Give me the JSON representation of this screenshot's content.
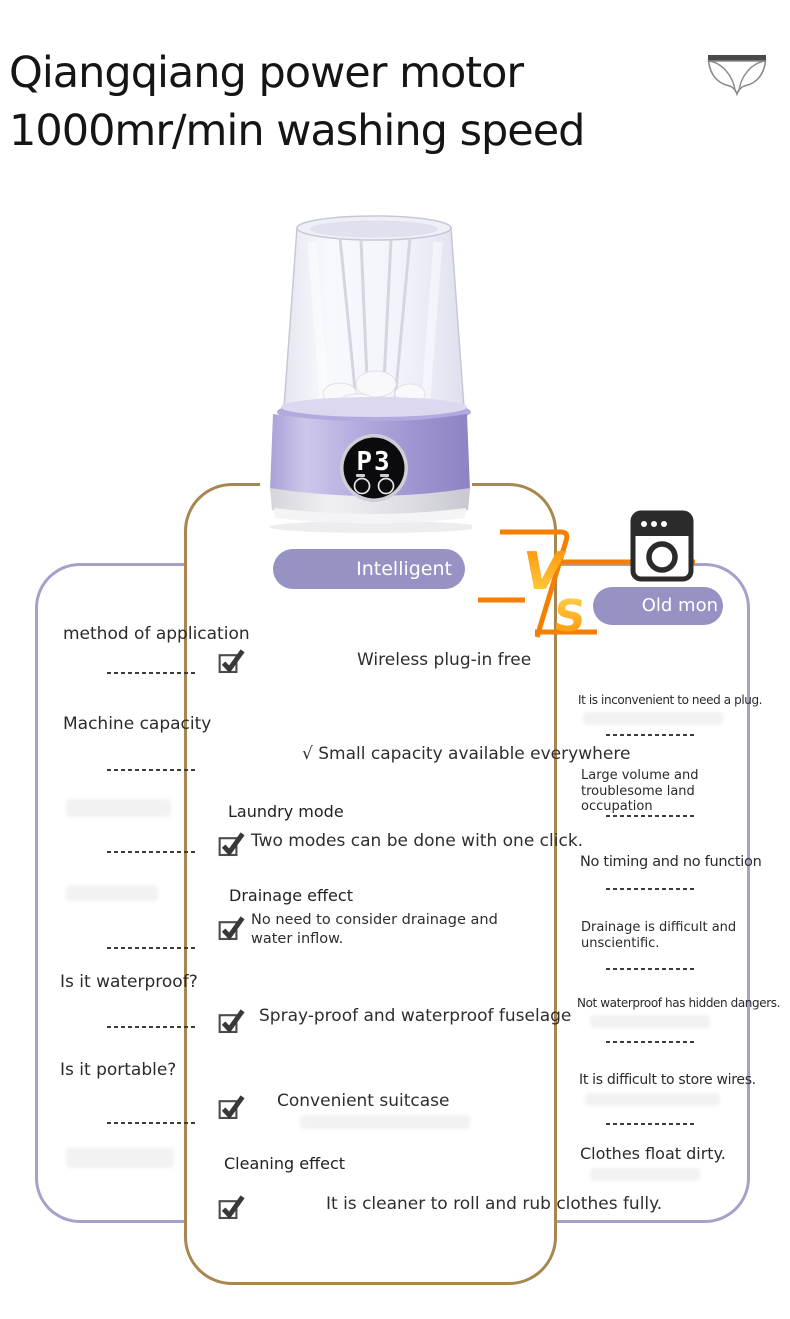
{
  "header": {
    "title_line1": "Qiangqiang power motor",
    "title_line2": "1000mr/min washing speed"
  },
  "icons": {
    "top_right": "underwear-icon",
    "old_model_badge": "washing-machine-icon",
    "feature_mark": "checkbox-check-icon"
  },
  "product": {
    "display_value": "P3"
  },
  "comparison": {
    "new_label": "Intelligent",
    "old_label": "Old mon",
    "vs_letters": {
      "v": "V",
      "s": "S"
    }
  },
  "left_column": {
    "items": [
      "method of application",
      "Machine capacity",
      "Is it waterproof?",
      "Is it portable?"
    ]
  },
  "middle_column": {
    "items": [
      {
        "type": "check",
        "text": "Wireless plug-in free"
      },
      {
        "type": "plain",
        "text": "√ Small capacity available everywhere"
      },
      {
        "type": "heading",
        "text": "Laundry mode"
      },
      {
        "type": "check",
        "text": "Two modes can be done with one click."
      },
      {
        "type": "heading",
        "text": "Drainage effect"
      },
      {
        "type": "check",
        "text": "No need to consider drainage and water inflow."
      },
      {
        "type": "check",
        "text": "Spray-proof and waterproof fuselage"
      },
      {
        "type": "check",
        "text": "Convenient suitcase"
      },
      {
        "type": "heading",
        "text": "Cleaning effect"
      },
      {
        "type": "check",
        "text": "It is cleaner to roll and rub clothes fully."
      }
    ]
  },
  "right_column": {
    "items": [
      "It is inconvenient to need a plug.",
      "Large volume and troublesome land occupation",
      "No timing and no function",
      "Drainage is difficult and unscientific.",
      "Not waterproof has hidden dangers.",
      "It is difficult to store wires.",
      "Clothes float dirty."
    ]
  },
  "colors": {
    "card-gold": "#a8864f",
    "card-purple": "#a6a1cb",
    "pill-purple": "#9792c4",
    "vs-orange": "#f57f00",
    "vs-gold": "#ffb300",
    "machine-purple": "#a79fd8",
    "text-dark": "#2d2d2d"
  }
}
